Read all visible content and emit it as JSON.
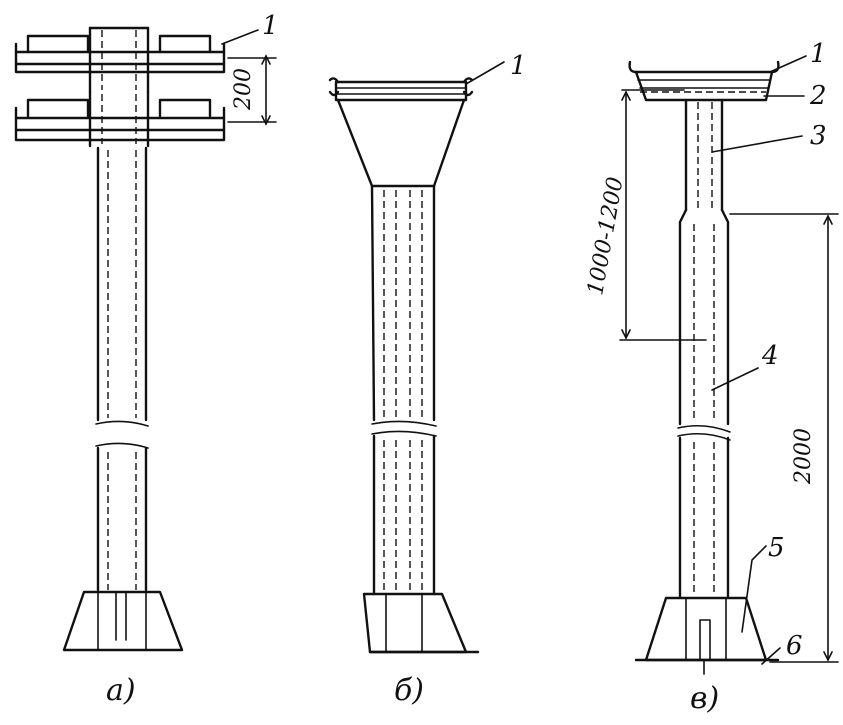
{
  "figure": {
    "panels": [
      {
        "caption": "а)",
        "callouts": [
          "1"
        ],
        "dimensions": [
          "200"
        ]
      },
      {
        "caption": "б)",
        "callouts": [
          "1"
        ]
      },
      {
        "caption": "в)",
        "callouts": [
          "1",
          "2",
          "3",
          "4",
          "5",
          "6"
        ],
        "dimensions": [
          "1000-1200",
          "2000"
        ]
      }
    ]
  }
}
